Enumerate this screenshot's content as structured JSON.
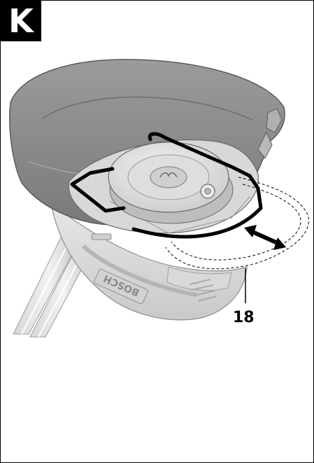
{
  "figure": {
    "letter": "K",
    "callouts": [
      {
        "number": "18"
      }
    ],
    "logo_text": "BOSCH"
  }
}
